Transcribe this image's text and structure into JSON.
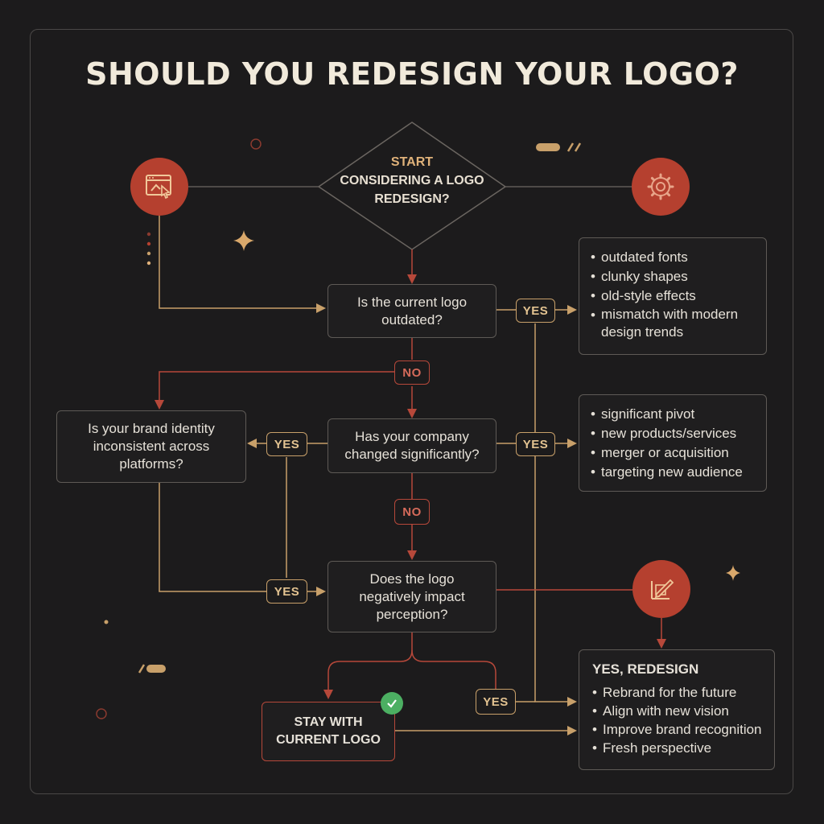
{
  "title": "SHOULD YOU REDESIGN YOUR LOGO?",
  "start": {
    "label": "START",
    "question": "CONSIDERING A LOGO REDESIGN?"
  },
  "nodes": {
    "outdated": "Is the current logo outdated?",
    "changed": "Has your company changed significantly?",
    "inconsistent": "Is your brand identity inconsistent across platforms?",
    "perception": "Does the logo negatively impact perception?",
    "stay": "STAY WITH CURRENT LOGO"
  },
  "tags": {
    "yes": "YES",
    "no": "NO"
  },
  "outdated_signs": [
    "outdated fonts",
    "clunky shapes",
    "old-style effects",
    "mismatch with modern design trends"
  ],
  "change_signs": [
    "significant pivot",
    "new products/services",
    "merger or acquisition",
    "targeting new audience"
  ],
  "result": {
    "title": "YES, REDESIGN",
    "items": [
      "Rebrand for the future",
      "Align with new vision",
      "Improve brand recognition",
      "Fresh perspective"
    ]
  },
  "icons": {
    "left": "design-window-icon",
    "right": "gear-icon",
    "result": "pen-edit-icon",
    "stay": "check-icon"
  },
  "colors": {
    "accent_red": "#b5402f",
    "accent_gold": "#c8a06a",
    "background": "#1c1b1c"
  }
}
